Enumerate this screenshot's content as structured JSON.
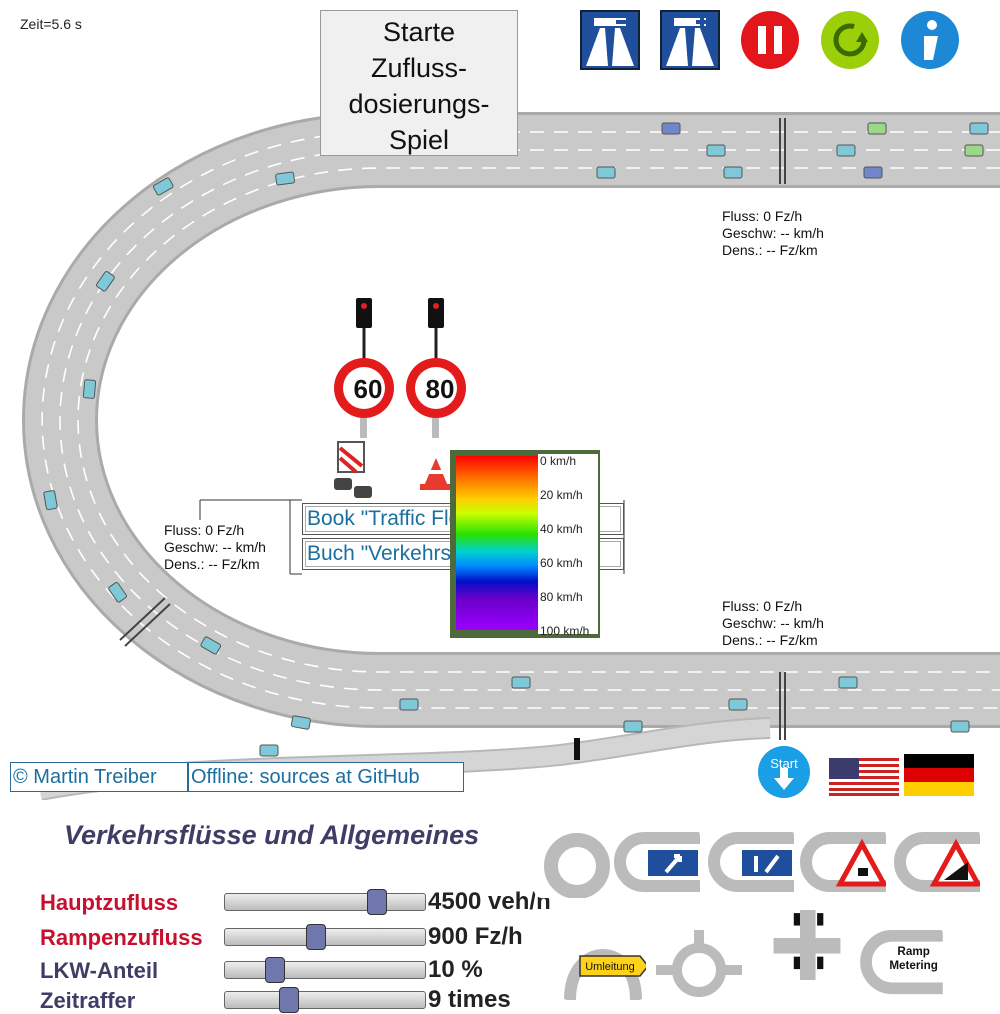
{
  "sim": {
    "time": "Zeit=5.6 s",
    "start_game_lines": [
      "Starte",
      "Zufluss-",
      "dosierungs-",
      "Spiel"
    ],
    "speed_limits": [
      "60",
      "80"
    ],
    "stats_top": {
      "flow": "Fluss: 0 Fz/h",
      "speed": "Geschw: -- km/h",
      "density": "Dens.: -- Fz/km"
    },
    "stats_left": {
      "flow": "Fluss: 0 Fz/h",
      "speed": "Geschw: -- km/h",
      "density": "Dens.: -- Fz/km"
    },
    "stats_bottom": {
      "flow": "Fluss: 0 Fz/h",
      "speed": "Geschw: -- km/h",
      "density": "Dens.: -- Fz/km"
    },
    "book_en": "Book \"Traffic Flow Dynamics\"",
    "book_de": "Buch \"Verkehrsdynamik\"",
    "color_scale": [
      "0 km/h",
      "20 km/h",
      "40 km/h",
      "60 km/h",
      "80 km/h",
      "100 km/h"
    ],
    "copyright": "© Martin Treiber",
    "offline": "Offline: sources at GitHub",
    "start_label": "Start",
    "icons": [
      "remove-lane-icon",
      "add-lane-icon",
      "pause-icon",
      "restart-icon",
      "info-icon"
    ]
  },
  "panel": {
    "heading": "Verkehrsflüsse und Allgemeines",
    "sliders": [
      {
        "label": "Hauptzufluss",
        "value": "4500 veh/h",
        "fraction": 0.79,
        "color": "#c8102e"
      },
      {
        "label": "Rampenzufluss",
        "value": "900 Fz/h",
        "fraction": 0.45,
        "color": "#c8102e"
      },
      {
        "label": "LKW-Anteil",
        "value": "10 %",
        "fraction": 0.22,
        "color": "#3d3d66"
      },
      {
        "label": "Zeitraffer",
        "value": "9 times",
        "fraction": 0.3,
        "color": "#3d3d66"
      }
    ],
    "scenarios": [
      {
        "name": "ring-road-scenario"
      },
      {
        "name": "on-ramp-scenario"
      },
      {
        "name": "off-ramp-scenario"
      },
      {
        "name": "roadworks-scenario"
      },
      {
        "name": "uphill-scenario"
      },
      {
        "name": "routing-scenario",
        "label": "Umleitung"
      },
      {
        "name": "roundabout-scenario"
      },
      {
        "name": "intersection-scenario"
      },
      {
        "name": "ramp-metering-scenario",
        "label": "Ramp Metering"
      }
    ]
  }
}
